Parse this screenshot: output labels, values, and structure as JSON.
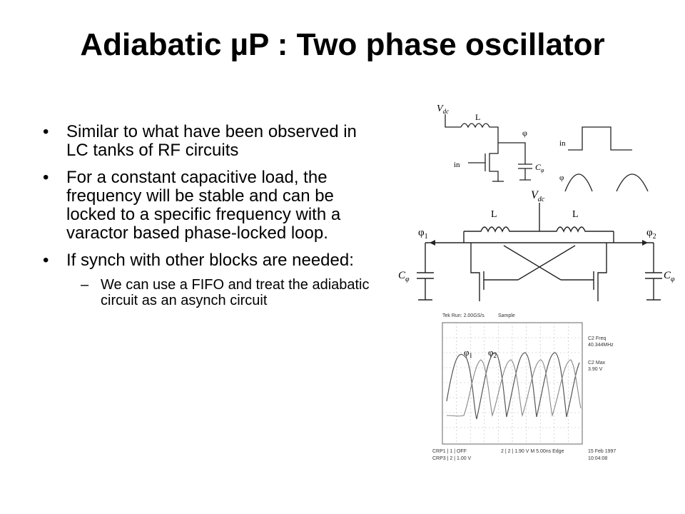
{
  "slide": {
    "title_bold_1": "Adiabatic",
    "title_mu": " µ",
    "title_bold_2": "P",
    "title_rest": " : Two phase oscillator",
    "bullets": [
      "Similar to what have been observed in LC tanks of RF circuits",
      "For a constant capacitive load, the frequency will be stable and can be locked to a specific frequency with a varactor based phase-locked loop.",
      "If synch with other blocks are needed:"
    ],
    "sub_bullets": [
      "We can use a FIFO and treat the adiabatic circuit as an asynch circuit"
    ]
  },
  "figure_top": {
    "vdc": "V",
    "vdc_sub": "dc",
    "inductor": "L",
    "phi": "φ",
    "in_label": "in",
    "cap": "C",
    "cap_sub": "φ",
    "wave_in": "in",
    "wave_phi": "φ"
  },
  "figure_mid": {
    "vdc": "V",
    "vdc_sub": "dc",
    "l_left": "L",
    "l_right": "L",
    "phi1": "φ",
    "phi1_sub": "1",
    "phi2": "φ",
    "phi2_sub": "2",
    "cap_left": "C",
    "cap_left_sub": "φ",
    "cap_right": "C",
    "cap_right_sub": "φ"
  },
  "scope": {
    "header_run": "Tek Run: 2.00GS/s",
    "header_sample": "Sample",
    "trace1": "φ",
    "trace1_sub": "1",
    "trace2": "φ",
    "trace2_sub": "2",
    "c2_freq": "C2 Freq",
    "c2_freq_val": "40.344MHz",
    "c2_max": "C2 Max",
    "c2_max_val": "3.90 V",
    "footer_ch1": "CRP1 | 1 | OFF",
    "footer_ch3": "CRP3 | 2 | 1.00 V",
    "footer_mid": "2 | 2 | 1.90 V  M 5.00ns  Edge",
    "footer_date": "15 Feb 1997",
    "footer_time": "10:04:08"
  }
}
